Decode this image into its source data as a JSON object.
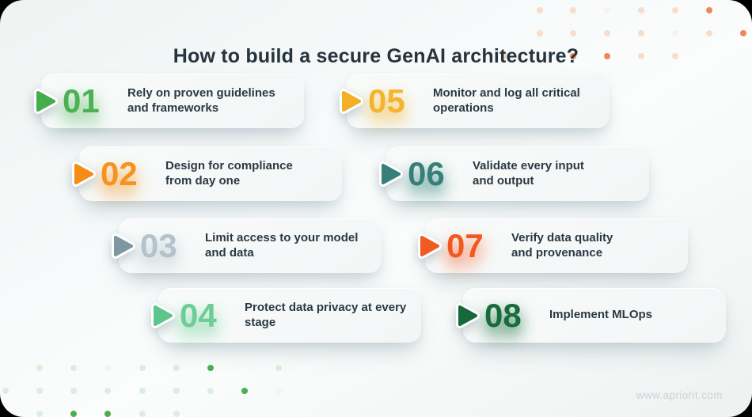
{
  "page": {
    "title": "How to build a secure GenAI architecture?",
    "watermark": "www.apriorit.com"
  },
  "steps": [
    {
      "number": "01",
      "label": "Rely on proven guidelines\nand frameworks",
      "number_color": "#4CB151",
      "arrow_color": "#45AD4B"
    },
    {
      "number": "02",
      "label": "Design for compliance\nfrom day one",
      "number_color": "#F6921E",
      "arrow_color": "#F48C15"
    },
    {
      "number": "03",
      "label": "Limit access to your model\nand data",
      "number_color": "#B3C2CB",
      "arrow_color": "#7E97A2"
    },
    {
      "number": "04",
      "label": "Protect data privacy at every\nstage",
      "number_color": "#6ECD96",
      "arrow_color": "#5EC58C"
    },
    {
      "number": "05",
      "label": "Monitor and log all critical\noperations",
      "number_color": "#F5B42E",
      "arrow_color": "#F3AF25"
    },
    {
      "number": "06",
      "label": "Validate every input\nand output",
      "number_color": "#37807A",
      "arrow_color": "#35817A"
    },
    {
      "number": "07",
      "label": "Verify data quality\nand provenance",
      "number_color": "#F15822",
      "arrow_color": "#F15A22"
    },
    {
      "number": "08",
      "label": "Implement MLOps",
      "number_color": "#176C3B",
      "arrow_color": "#15693A"
    }
  ],
  "colors": {
    "background_top": "#F7FAFA",
    "background_edge": "#EDF2F1",
    "card": "#F5F8F8",
    "title_text": "#26343E",
    "label_text": "#2B3944",
    "watermark_text": "#CCD2D6",
    "dot_orange_bright": "#F0875A",
    "dot_orange_light": "#F8DDCB",
    "dot_orange_faint": "#FBF1EA",
    "dot_green_bright": "#4CAF50",
    "dot_green_light": "#DCEEDD",
    "dot_green_faint": "#EFF7F0"
  }
}
